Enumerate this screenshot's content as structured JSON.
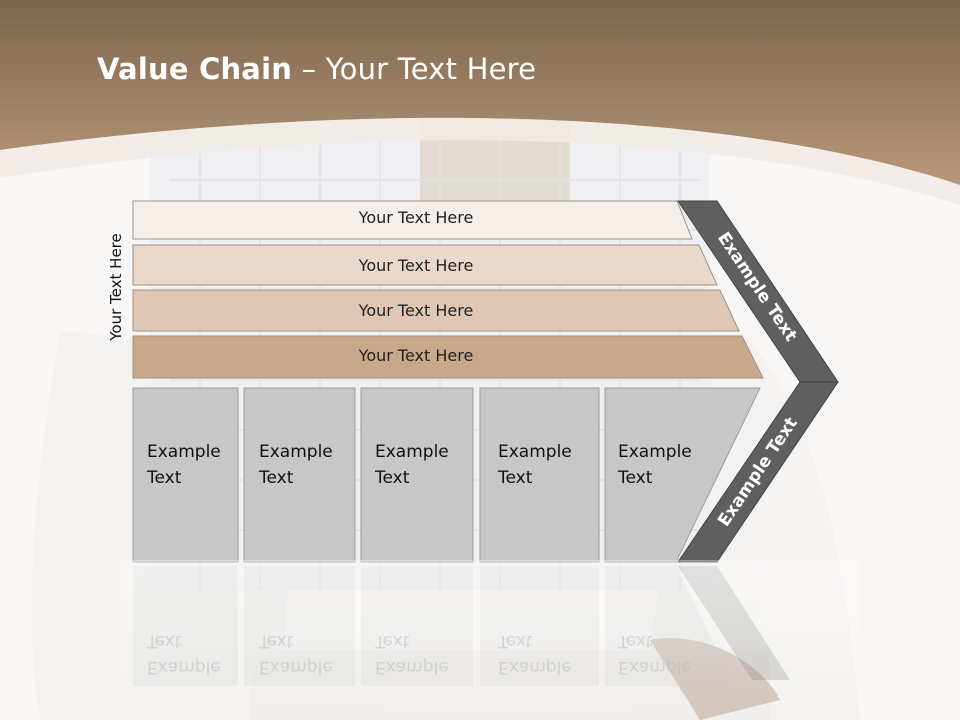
{
  "slide": {
    "title_bold": "Value Chain",
    "title_rest": " – Your Text Here",
    "side_label": "Your Text Here"
  },
  "bars": [
    {
      "label": "Your Text Here",
      "color": "#f4efea"
    },
    {
      "label": "Your Text Here",
      "color": "#ead9cb"
    },
    {
      "label": "Your Text Here",
      "color": "#dfc7b3"
    },
    {
      "label": "Your Text Here",
      "color": "#c8a88a"
    }
  ],
  "columns": [
    {
      "line1": "Example",
      "line2": "Text"
    },
    {
      "line1": "Example",
      "line2": "Text"
    },
    {
      "line1": "Example",
      "line2": "Text"
    },
    {
      "line1": "Example",
      "line2": "Text"
    },
    {
      "line1": "Example",
      "line2": "Text"
    }
  ],
  "chevron": {
    "upper_label": "Example Text",
    "lower_label": "Example Text",
    "color": "#5f5f5f"
  },
  "colors": {
    "header": "#a98a6d",
    "column_fill": "#c7c7c7"
  }
}
